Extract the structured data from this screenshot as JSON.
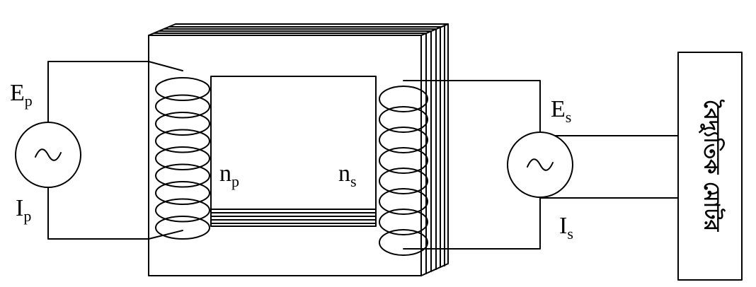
{
  "labels": {
    "ep": {
      "main": "E",
      "sub": "p"
    },
    "ip": {
      "main": "I",
      "sub": "p"
    },
    "np": {
      "main": "n",
      "sub": "p"
    },
    "ns": {
      "main": "n",
      "sub": "s"
    },
    "es": {
      "main": "E",
      "sub": "s"
    },
    "is": {
      "main": "I",
      "sub": "s"
    }
  },
  "load_box_text": "বৈদ্যুতিক মোটর",
  "source_symbol": "~"
}
